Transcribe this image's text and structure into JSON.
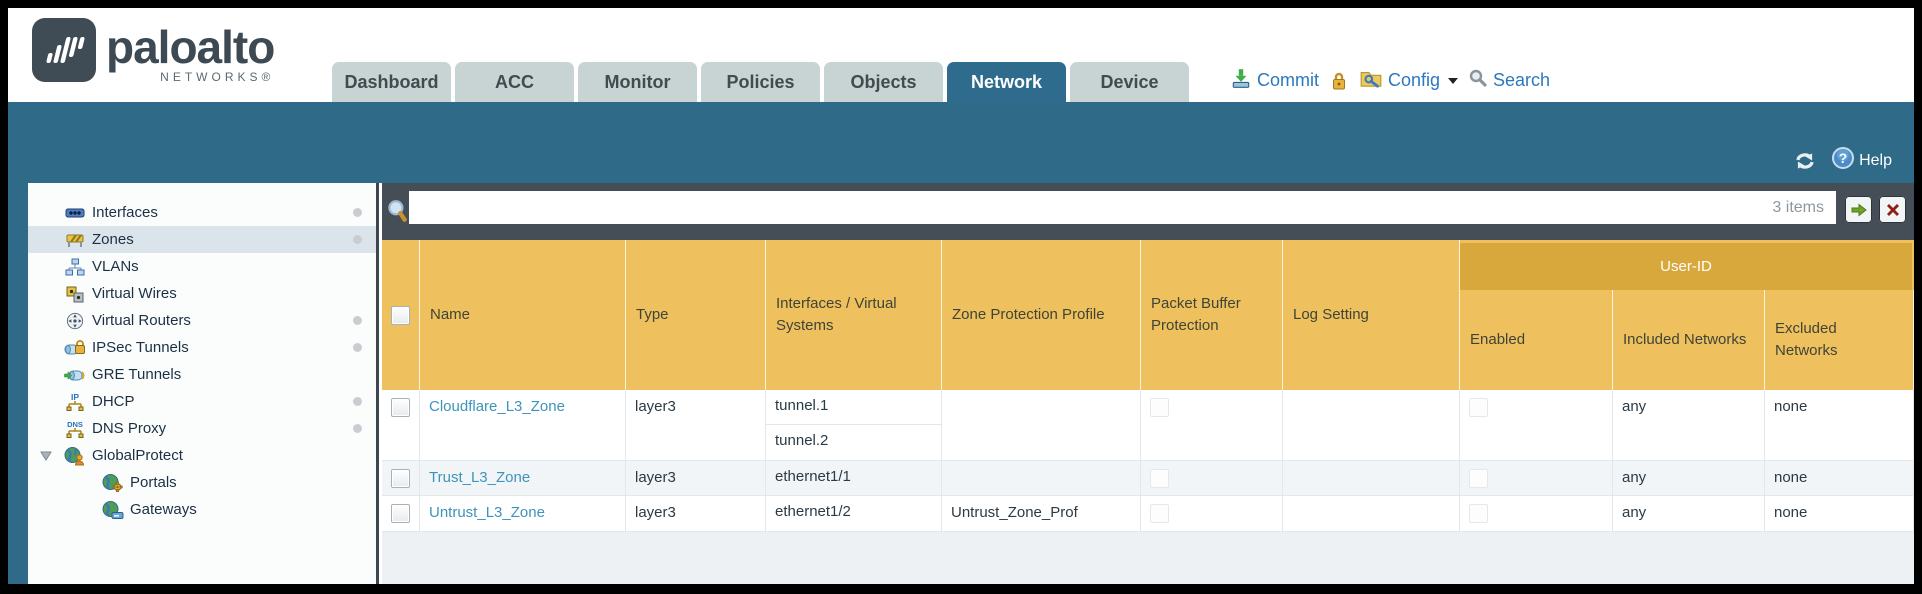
{
  "brand": {
    "wordmark": "paloalto",
    "sub": "NETWORKS®"
  },
  "tabs": [
    {
      "label": "Dashboard",
      "active": false
    },
    {
      "label": "ACC",
      "active": false
    },
    {
      "label": "Monitor",
      "active": false
    },
    {
      "label": "Policies",
      "active": false
    },
    {
      "label": "Objects",
      "active": false
    },
    {
      "label": "Network",
      "active": true
    },
    {
      "label": "Device",
      "active": false
    }
  ],
  "header_tools": {
    "commit": "Commit",
    "config": "Config",
    "search": "Search"
  },
  "toolbar": {
    "help": "Help"
  },
  "sidebar": {
    "items": [
      {
        "label": "Interfaces",
        "icon": "interfaces",
        "selected": false,
        "dot": true,
        "child": false,
        "expander": false
      },
      {
        "label": "Zones",
        "icon": "zones",
        "selected": true,
        "dot": true,
        "child": false,
        "expander": false
      },
      {
        "label": "VLANs",
        "icon": "vlans",
        "selected": false,
        "dot": false,
        "child": false,
        "expander": false
      },
      {
        "label": "Virtual Wires",
        "icon": "virtual-wires",
        "selected": false,
        "dot": false,
        "child": false,
        "expander": false
      },
      {
        "label": "Virtual Routers",
        "icon": "virtual-routers",
        "selected": false,
        "dot": true,
        "child": false,
        "expander": false
      },
      {
        "label": "IPSec Tunnels",
        "icon": "ipsec-tunnels",
        "selected": false,
        "dot": true,
        "child": false,
        "expander": false
      },
      {
        "label": "GRE Tunnels",
        "icon": "gre-tunnels",
        "selected": false,
        "dot": false,
        "child": false,
        "expander": false
      },
      {
        "label": "DHCP",
        "icon": "dhcp",
        "selected": false,
        "dot": true,
        "child": false,
        "expander": false
      },
      {
        "label": "DNS Proxy",
        "icon": "dns-proxy",
        "selected": false,
        "dot": true,
        "child": false,
        "expander": false
      },
      {
        "label": "GlobalProtect",
        "icon": "globalprotect",
        "selected": false,
        "dot": false,
        "child": false,
        "expander": true
      },
      {
        "label": "Portals",
        "icon": "portals",
        "selected": false,
        "dot": false,
        "child": true,
        "expander": false
      },
      {
        "label": "Gateways",
        "icon": "gateways",
        "selected": false,
        "dot": false,
        "child": true,
        "expander": false
      }
    ]
  },
  "filter": {
    "count_label": "3 items"
  },
  "table": {
    "group_header": "User-ID",
    "columns": [
      "",
      "Name",
      "Type",
      "Interfaces / Virtual Systems",
      "Zone Protection Profile",
      "Packet Buffer Protection",
      "Log Setting",
      "Enabled",
      "Included Networks",
      "Excluded Networks"
    ],
    "rows": [
      {
        "name": "Cloudflare_L3_Zone",
        "type": "layer3",
        "interfaces": [
          "tunnel.1",
          "tunnel.2"
        ],
        "zone_protection_profile": "",
        "log_setting": "",
        "included_networks": "any",
        "excluded_networks": "none"
      },
      {
        "name": "Trust_L3_Zone",
        "type": "layer3",
        "interfaces": [
          "ethernet1/1"
        ],
        "zone_protection_profile": "",
        "log_setting": "",
        "included_networks": "any",
        "excluded_networks": "none"
      },
      {
        "name": "Untrust_L3_Zone",
        "type": "layer3",
        "interfaces": [
          "ethernet1/2"
        ],
        "zone_protection_profile": "Untrust_Zone_Prof",
        "log_setting": "",
        "included_networks": "any",
        "excluded_networks": "none"
      }
    ]
  },
  "colors": {
    "teal": "#2f6a88",
    "tab_active": "#2e6b8c",
    "header_amber": "#eec05e",
    "group_amber": "#d9a83d",
    "filter_bar": "#454e57",
    "link_blue": "#3e93ba",
    "selected_row": "#dce4eb"
  }
}
